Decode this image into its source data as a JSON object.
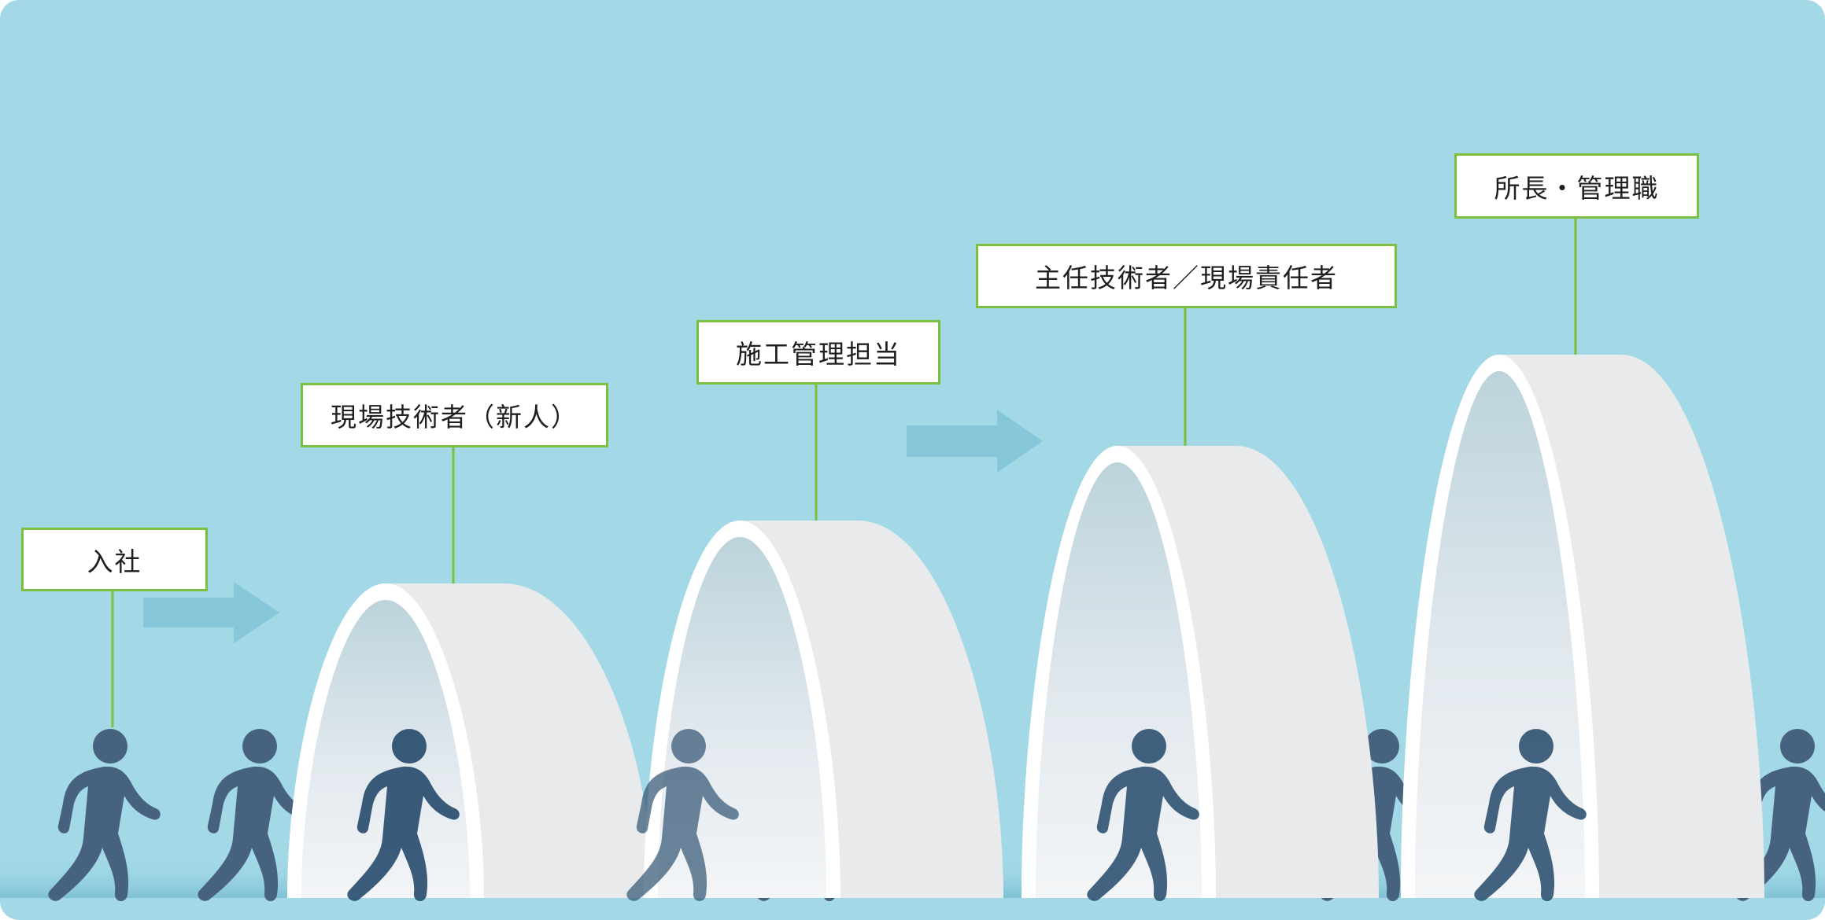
{
  "colors": {
    "background": "#a3d9e6",
    "accent_green": "#7dbf3f",
    "arrow": "#86c7da",
    "person": "#46627e",
    "arch_face": "#e8eaec"
  },
  "icons": [
    "walking-person-icon",
    "right-arrow-icon",
    "arch-gate"
  ],
  "stages": [
    {
      "label": "入社"
    },
    {
      "label": "現場技術者（新人）"
    },
    {
      "label": "施工管理担当"
    },
    {
      "label": "主任技術者／現場責任者"
    },
    {
      "label": "所長・管理職"
    }
  ]
}
